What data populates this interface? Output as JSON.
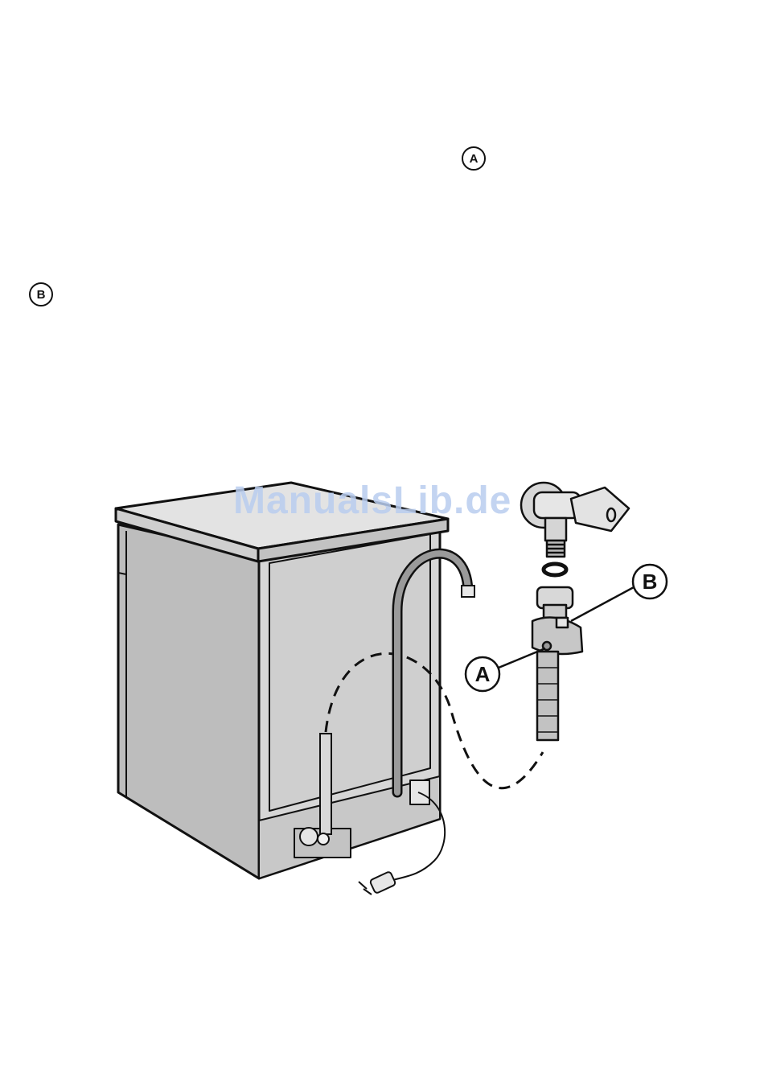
{
  "text_markers": {
    "a": "A",
    "b": "B"
  },
  "figure": {
    "callout_a": "A",
    "callout_b": "B",
    "watermark": "ManualsLib.de"
  },
  "colors": {
    "line": "#111111",
    "cabinet_side": "#bdbdbd",
    "cabinet_back": "#d6d6d6",
    "cabinet_top": "#e3e3e3",
    "watermark": "#b9cdef"
  }
}
